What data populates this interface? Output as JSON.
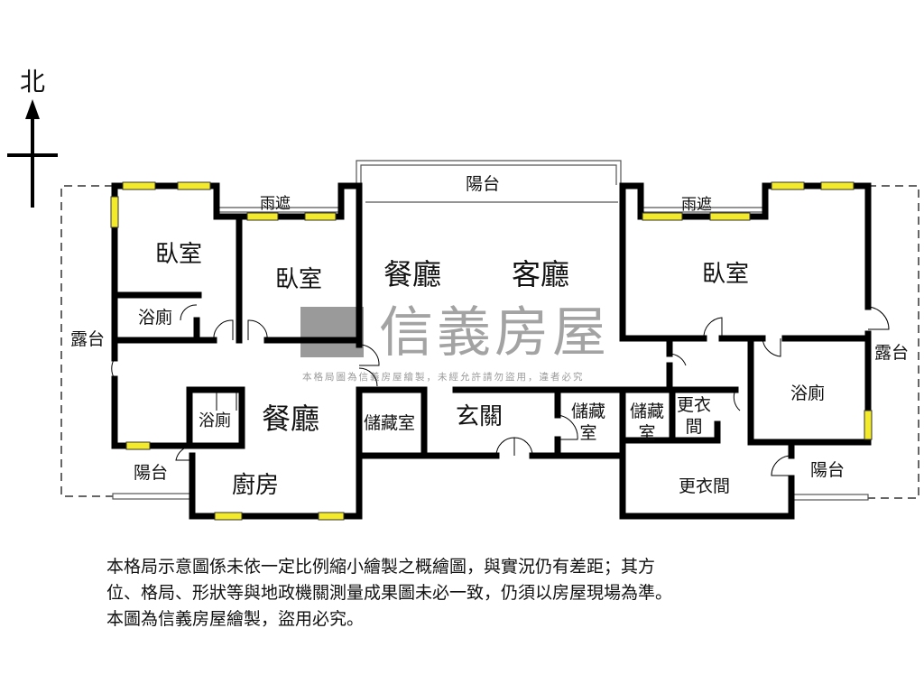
{
  "compass": {
    "north_label": "北"
  },
  "watermark": {
    "brand": "信義房屋",
    "notice": "本格局圖為信義房屋繪製，未經允許請勿盜用，違者必究"
  },
  "rooms": {
    "balcony_top": "陽台",
    "rain_cover_left": "雨遮",
    "rain_cover_right": "雨遮",
    "bedroom_nw": "臥室",
    "bedroom_n": "臥室",
    "bedroom_ne": "臥室",
    "dining_main": "餐廳",
    "living": "客廳",
    "bath_nw": "浴廁",
    "terrace_w": "露台",
    "terrace_e": "露台",
    "bath_sw": "浴廁",
    "dining_sw": "餐廳",
    "storage_w": "儲藏室",
    "foyer": "玄關",
    "storage_c": "儲藏室",
    "storage_e": "儲藏室",
    "closet_small": "更衣間",
    "bath_e": "浴廁",
    "balcony_sw": "陽台",
    "kitchen": "廚房",
    "closet_large": "更衣間",
    "balcony_se": "陽台"
  },
  "footer": {
    "line1": "本格局示意圖係未依一定比例縮小繪製之概繪圖，與實況仍有差距；其方",
    "line2": "位、格局、形狀等與地政機關測量成果圖未必一致，仍須以房屋現場為準。",
    "line3": "本圖為信義房屋繪製，盜用必究。"
  },
  "colors": {
    "wall": "#000000",
    "window": "#f2ea2a",
    "watermark": "#9a9a9a"
  }
}
